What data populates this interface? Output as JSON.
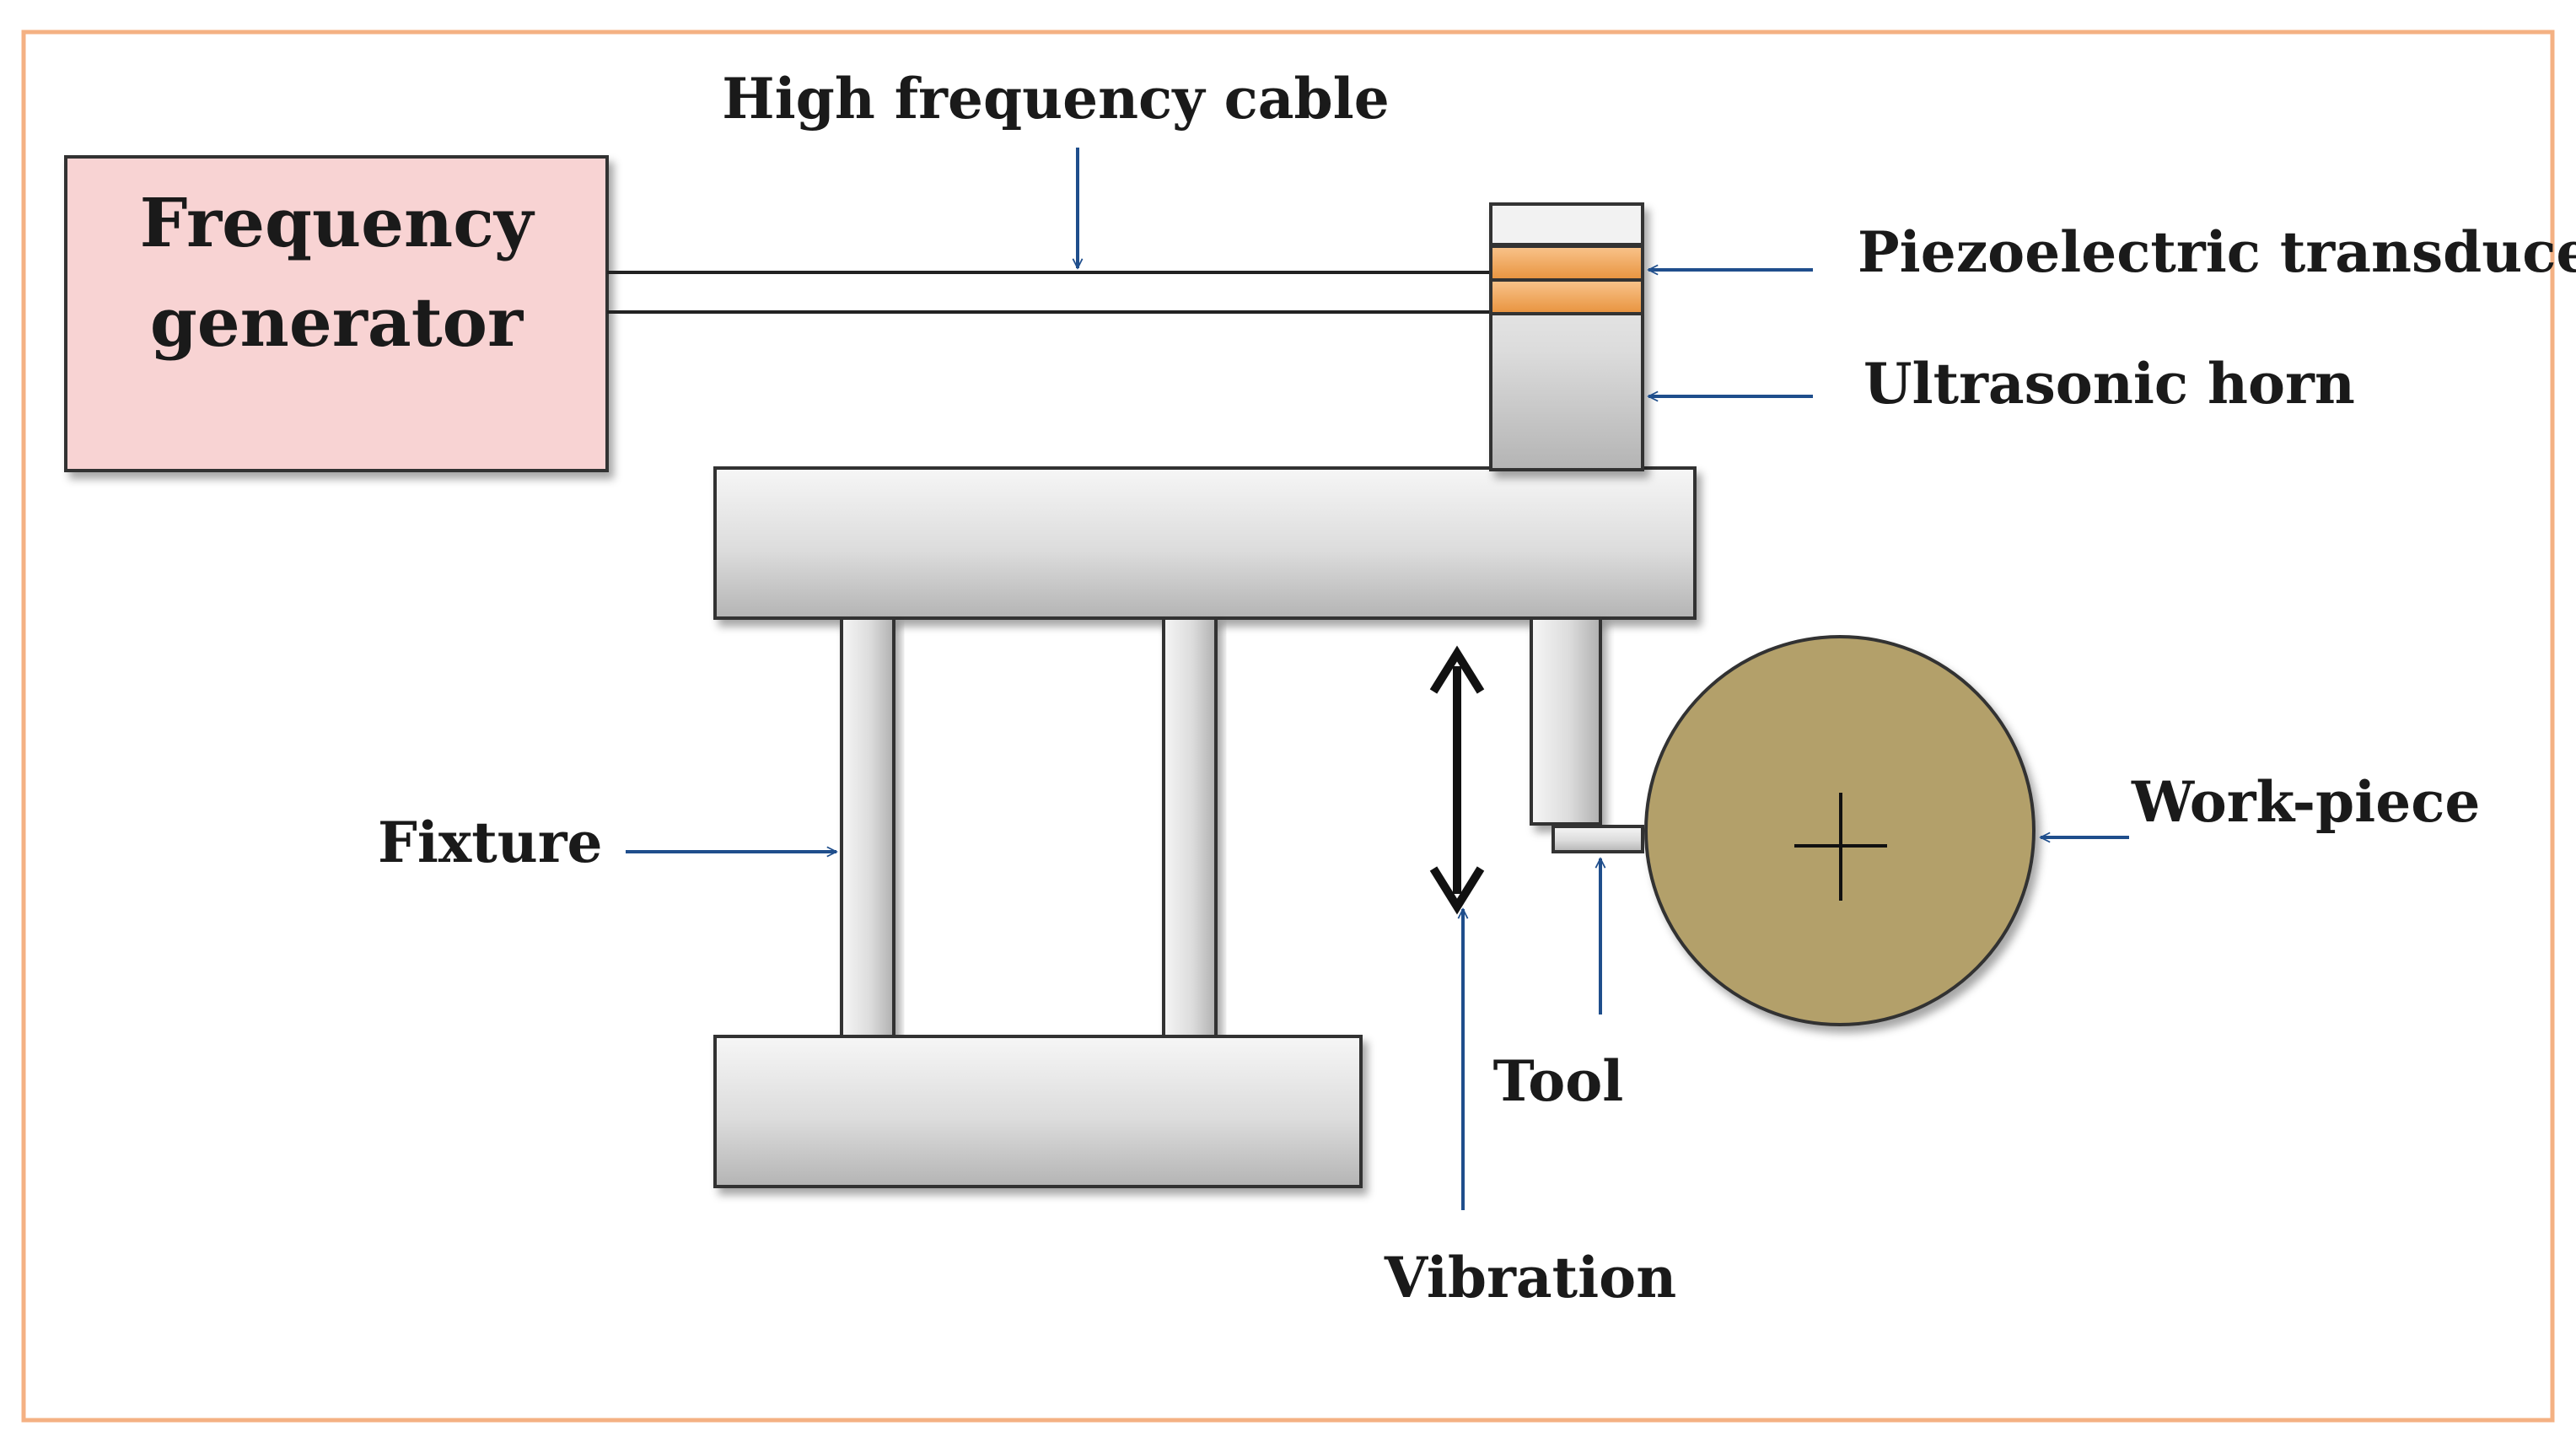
{
  "diagram": {
    "labels": {
      "frequency_generator_line1": "Frequency",
      "frequency_generator_line2": "generator",
      "high_frequency_cable": "High frequency cable",
      "piezoelectric_transducer": "Piezoelectric transducer",
      "ultrasonic_horn": "Ultrasonic horn",
      "fixture": "Fixture",
      "work_piece": "Work-piece",
      "tool": "Tool",
      "vibration": "Vibration"
    },
    "colors": {
      "frame_border": "#f4b183",
      "generator_fill": "#f8d3d3",
      "transducer_fill": "#f4a460",
      "work_piece_fill": "#b3a06b",
      "arrow_blue": "#1f4e8c",
      "metal_light": "#f4f4f4",
      "metal_dark": "#b8b8b8"
    }
  }
}
